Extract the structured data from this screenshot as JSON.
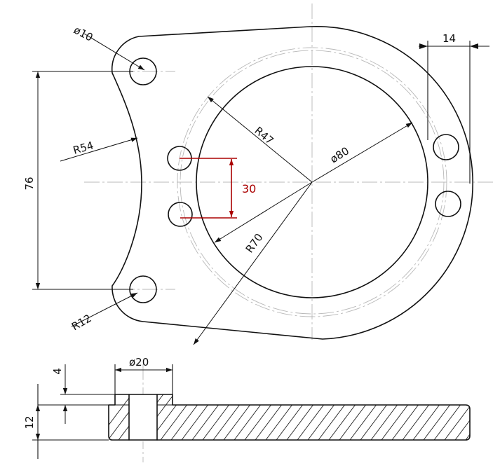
{
  "dimensions": {
    "hole_top_dia": "ø10",
    "boss_dia": "ø20",
    "right_offset": "14",
    "height_76": "76",
    "radius_54": "R54",
    "radius_47": "R47",
    "dia_80": "ø80",
    "hole_spacing": "30",
    "radius_70": "R70",
    "radius_12": "R12",
    "boss_height": "4",
    "plate_thickness": "12"
  },
  "colors": {
    "line": "#111111",
    "center_line": "#b8b8b8",
    "highlight": "#aa0000"
  }
}
